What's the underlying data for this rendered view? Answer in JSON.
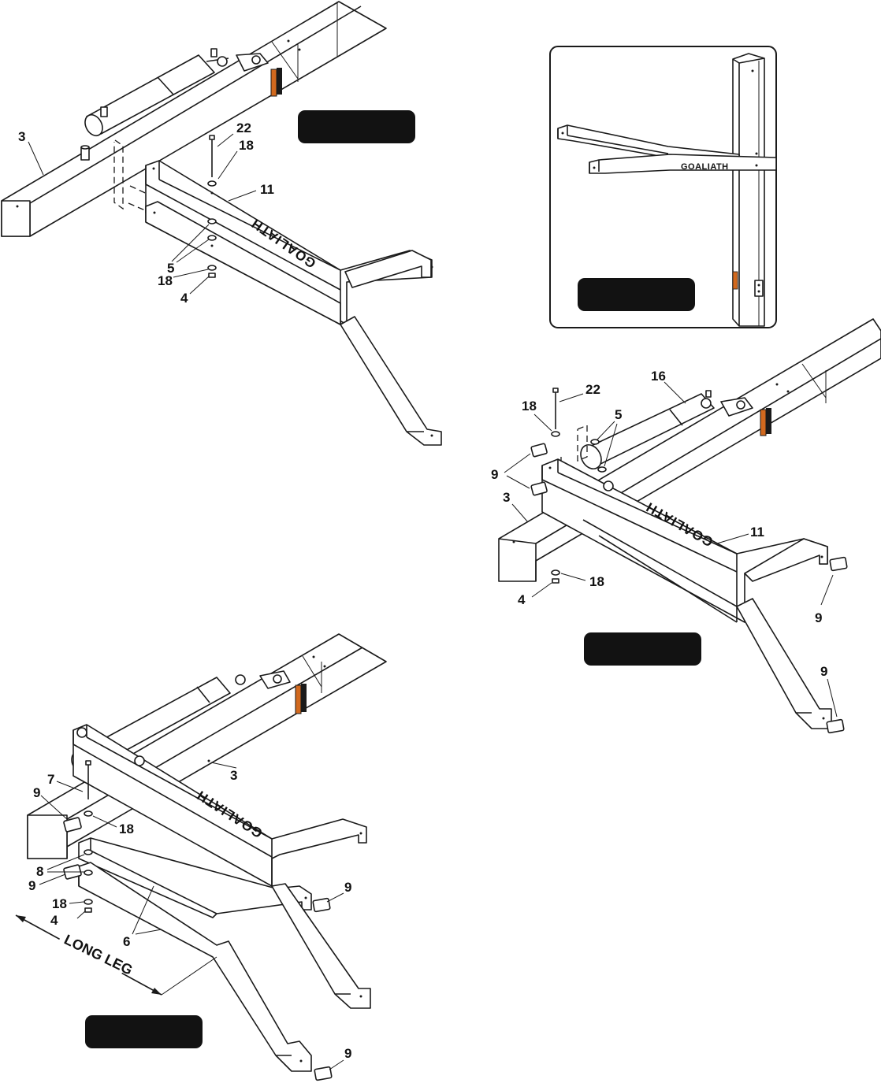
{
  "brand_text": "GOALIATH",
  "dimension_label": "LONG LEG",
  "colors": {
    "ink": "#1a1a1a",
    "badge": "#121212",
    "accent_orange": "#d2691e"
  },
  "panel1": {
    "callouts": {
      "c3": "3",
      "c22": "22",
      "c18a": "18",
      "c11": "11",
      "c5": "5",
      "c18b": "18",
      "c4": "4"
    }
  },
  "panel_inset": {
    "brand": "GOALIATH"
  },
  "panel2": {
    "callouts": {
      "c16": "16",
      "c22": "22",
      "c18a": "18",
      "c5": "5",
      "c9a": "9",
      "c3": "3",
      "c11": "11",
      "c18b": "18",
      "c4": "4",
      "c9b": "9",
      "c9c": "9"
    }
  },
  "panel3": {
    "callouts": {
      "c3": "3",
      "c7": "7",
      "c9a": "9",
      "c18a": "18",
      "c8": "8",
      "c9b": "9",
      "c18b": "18",
      "c4": "4",
      "c6": "6",
      "c9c": "9",
      "c9d": "9"
    }
  }
}
